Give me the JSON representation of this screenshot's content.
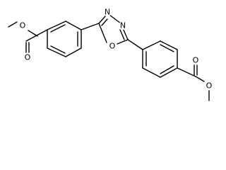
{
  "molecule": {
    "atoms": {
      "ester_left_o_single": "O",
      "ester_left_o_double": "O",
      "ring_n_left": "N",
      "ring_n_right": "N",
      "ring_o": "O",
      "ester_right_o_double": "O",
      "ester_right_o_single": "O"
    }
  },
  "colors": {
    "bond": "#000000",
    "background": "#ffffff"
  }
}
